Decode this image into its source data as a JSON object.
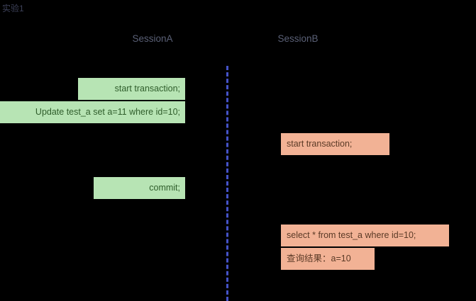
{
  "diagram": {
    "title": "实验1",
    "background_color": "#000000",
    "divider": {
      "name": "session-divider",
      "style": "dashed-vertical",
      "color": "#4553c9"
    },
    "columns": [
      {
        "id": "session-a",
        "header": "SessionA",
        "header_color": "#5a6076",
        "box_fill": "#b7e4b4",
        "box_text_color": "#2f5d2b",
        "steps": [
          {
            "id": "a-start",
            "text": "start transaction;"
          },
          {
            "id": "a-update",
            "text": "Update test_a set a=11 where id=10;"
          },
          {
            "id": "a-commit",
            "text": "commit;"
          }
        ]
      },
      {
        "id": "session-b",
        "header": "SessionB",
        "header_color": "#5a6076",
        "box_fill": "#f2b295",
        "box_text_color": "#5b3a26",
        "steps": [
          {
            "id": "b-start",
            "text": "start transaction;"
          },
          {
            "id": "b-select",
            "text": "select * from test_a where id=10;"
          },
          {
            "id": "b-result",
            "text": "查询结果：a=10"
          }
        ]
      }
    ]
  }
}
